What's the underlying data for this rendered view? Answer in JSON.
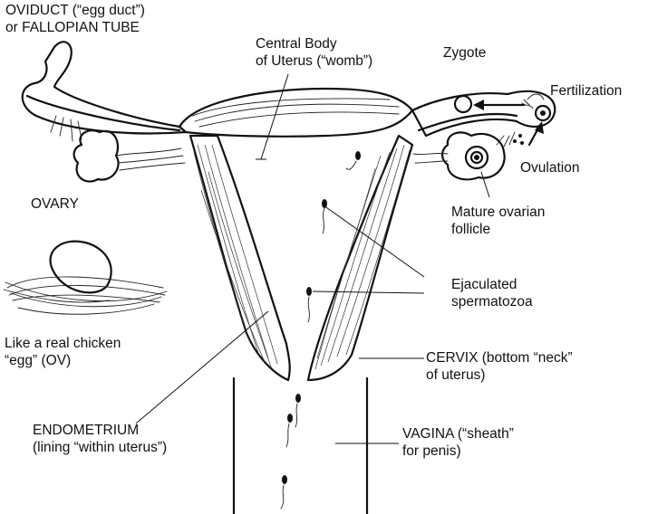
{
  "labels": {
    "oviduct": [
      "OVIDUCT (“egg duct”)",
      "or FALLOPIAN TUBE"
    ],
    "central_body": [
      "Central Body",
      "of Uterus (“womb”)"
    ],
    "zygote": [
      "Zygote"
    ],
    "fertilization": [
      "Fertilization"
    ],
    "ovulation": [
      "Ovulation"
    ],
    "ovary": [
      "OVARY"
    ],
    "follicle": [
      "Mature ovarian",
      "follicle"
    ],
    "spermatozoa": [
      "Ejaculated",
      "spermatozoa"
    ],
    "chicken_egg": [
      "Like a real chicken",
      "“egg” (OV)"
    ],
    "cervix": [
      "CERVIX (bottom “neck”",
      "of uterus)"
    ],
    "endometrium": [
      "ENDOMETRIUM",
      "(lining “within uterus”)"
    ],
    "vagina": [
      "VAGINA (“sheath”",
      "for penis)"
    ]
  }
}
